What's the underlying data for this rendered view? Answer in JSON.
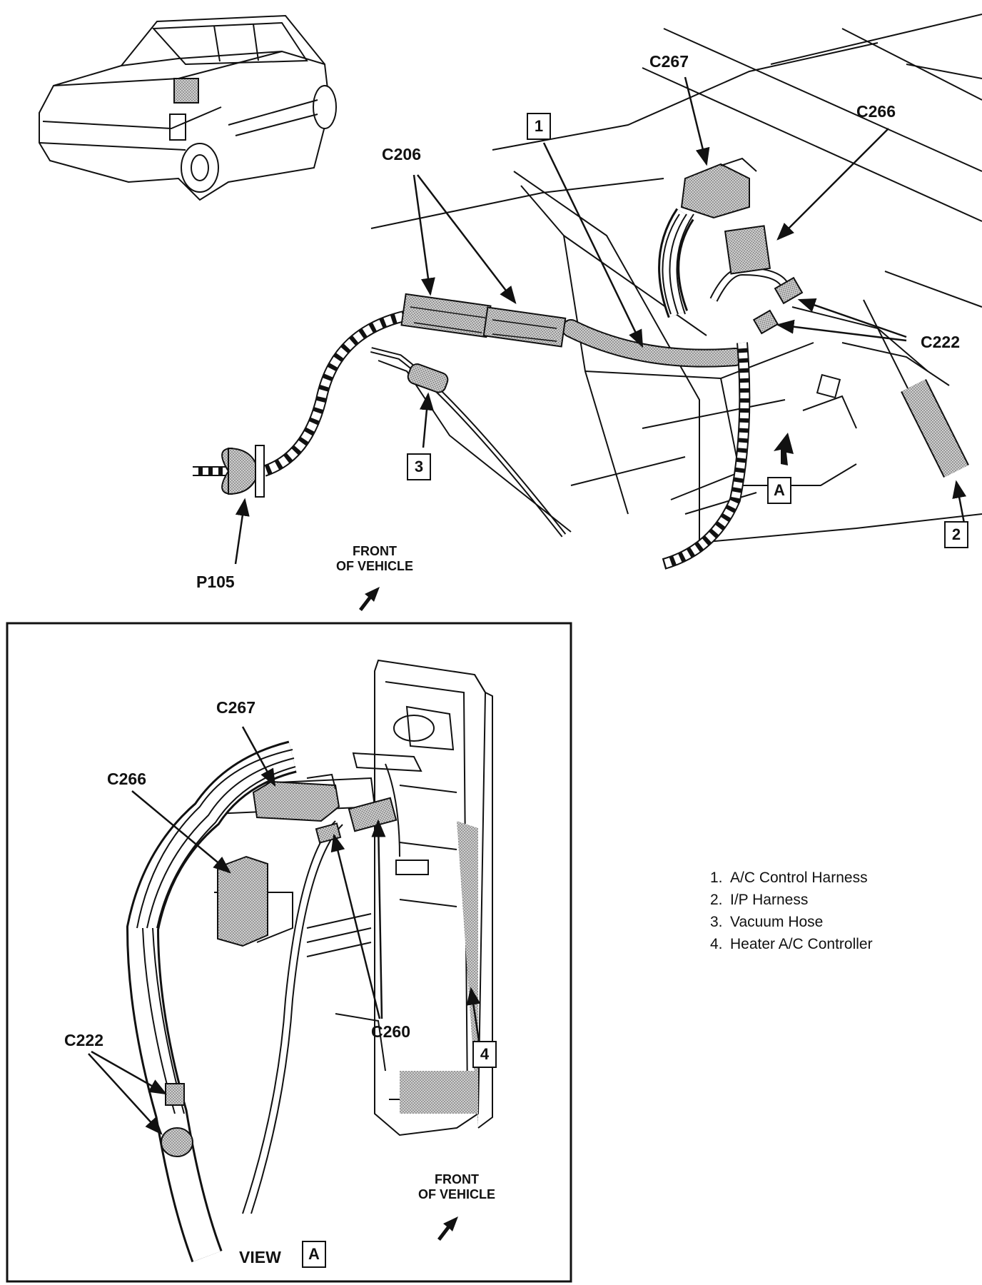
{
  "labels": {
    "c267_top": "C267",
    "c266_top": "C266",
    "c206": "C206",
    "c222_top": "C222",
    "p105": "P105",
    "c267_inset": "C267",
    "c266_inset": "C266",
    "c260": "C260",
    "c222_inset": "C222"
  },
  "callouts": {
    "one": "1",
    "two": "2",
    "three": "3",
    "four": "4",
    "view_a_top": "A",
    "view_a_inset": "A"
  },
  "front_top": {
    "line1": "FRONT",
    "line2": "OF VEHICLE"
  },
  "front_inset": {
    "line1": "FRONT",
    "line2": "OF VEHICLE"
  },
  "view_label": "VIEW",
  "legend": [
    {
      "num": "1.",
      "text": "A/C Control Harness"
    },
    {
      "num": "2.",
      "text": "I/P Harness"
    },
    {
      "num": "3.",
      "text": "Vacuum Hose"
    },
    {
      "num": "4.",
      "text": "Heater A/C Controller"
    }
  ]
}
